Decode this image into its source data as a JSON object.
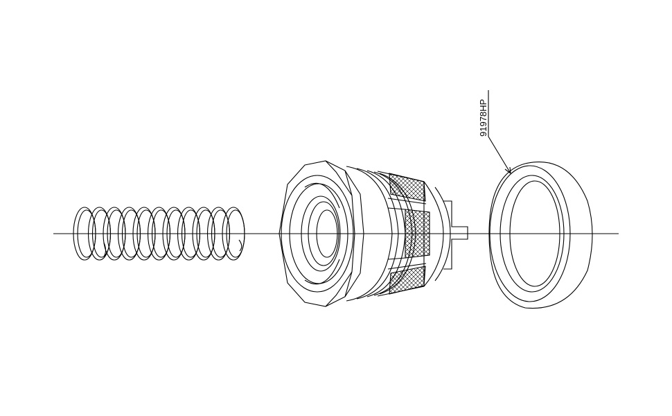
{
  "drawing": {
    "part_label": "91978HP",
    "line_color": "#000000",
    "background": "#ffffff",
    "parts": [
      {
        "name": "compression-spring"
      },
      {
        "name": "valve-body-cartridge"
      },
      {
        "name": "seal-ring"
      }
    ]
  }
}
